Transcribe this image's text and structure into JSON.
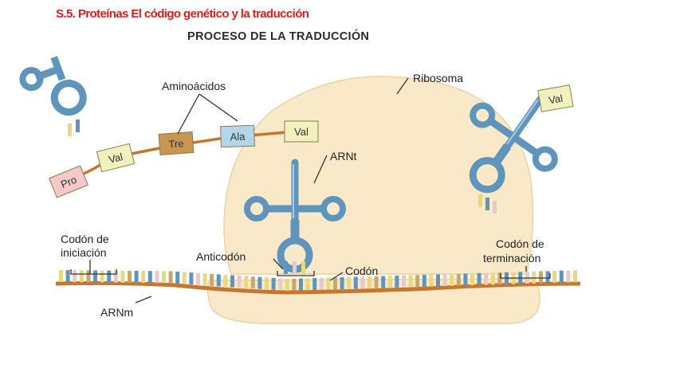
{
  "slide_title": "S.5. Proteínas El código genético y la traducción",
  "diagram_title": "PROCESO DE LA TRADUCCIÓN",
  "labels": {
    "aminoacidos": "Aminoácidos",
    "ribosoma": "Ribosoma",
    "arnt": "ARNt",
    "codon_inicio_1": "Codón de",
    "codon_inicio_2": "iniciación",
    "anticodon": "Anticodón",
    "codon": "Codón",
    "codon_term_1": "Codón de",
    "codon_term_2": "terminación",
    "arnm": "ARNm"
  },
  "amino_acids": [
    "Pro",
    "Val",
    "Tre",
    "Ala",
    "Val"
  ],
  "free_trna_amino_acid": "Val",
  "colors": {
    "trna": "#5f95bd",
    "trna_light": "#a9cde6",
    "ribosome": "#fae9c8",
    "mrna": "#c8752e",
    "pro": "#f5c9c9",
    "val": "#f3f0bf",
    "tre": "#c99651",
    "ala": "#b3d6e8",
    "title_red": "#e4191b"
  }
}
